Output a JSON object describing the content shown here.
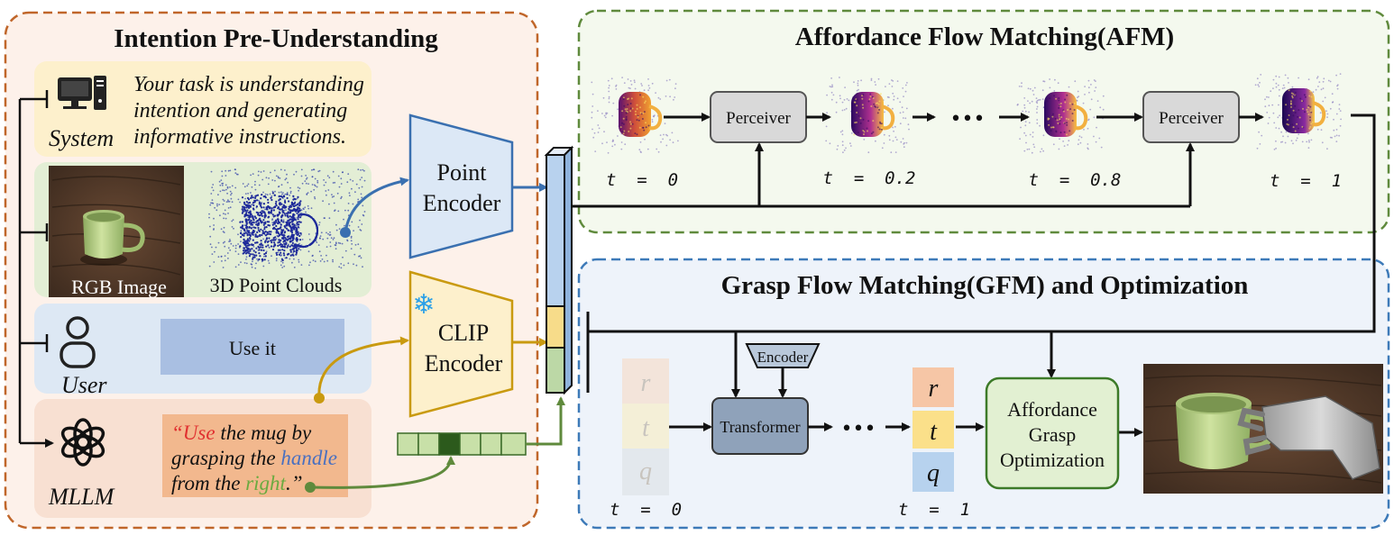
{
  "left_panel": {
    "title": "Intention Pre-Understanding",
    "system": {
      "label": "System",
      "prompt_line1": "Your task is understanding",
      "prompt_line2": "intention and generating",
      "prompt_line3": "informative instructions."
    },
    "inputs": {
      "rgb_label": "RGB Image",
      "points_label": "3D Point Clouds"
    },
    "user": {
      "label": "User",
      "utterance": "Use it"
    },
    "mllm": {
      "label": "MLLM",
      "quote_open": "“",
      "word_use": "Use",
      "text_1": " the mug by",
      "text_2": "grasping the ",
      "word_handle": "handle",
      "text_3": "from the ",
      "word_right": "right",
      "quote_close": ".”"
    }
  },
  "encoders": {
    "point_line1": "Point",
    "point_line2": "Encoder",
    "clip_line1": "CLIP",
    "clip_line2": "Encoder",
    "snowflake_icon": "❄"
  },
  "afm": {
    "title": "Affordance Flow Matching(AFM)",
    "perceiver_1": "Perceiver",
    "perceiver_2": "Perceiver",
    "ellipsis": "•••",
    "time_labels": [
      "t  =  0",
      "t  =  0.2",
      "t  =  0.8",
      "t  =  1"
    ]
  },
  "gfm": {
    "title": "Grasp Flow Matching(GFM) and Optimization",
    "encoder": "Encoder",
    "transformer": "Transformer",
    "ellipsis": "•••",
    "noisy_r": "r",
    "noisy_t": "t",
    "noisy_q": "q",
    "out_r": "r",
    "out_t": "t",
    "out_q": "q",
    "t_start": "t  =  0",
    "t_end": "t  =  1",
    "optim_line1": "Affordance",
    "optim_line2": "Grasp",
    "optim_line3": "Optimization"
  },
  "colors": {
    "left_border": "#c0662a",
    "afm_border": "#5f8a3c",
    "gfm_border": "#3d7ab8",
    "point_encoder": "#3a70b0",
    "clip_encoder": "#c99a10",
    "text_green": "#5f8a3c",
    "word_red": "#e03030",
    "word_blue": "#4a70c0",
    "word_green": "#6aaa40"
  }
}
